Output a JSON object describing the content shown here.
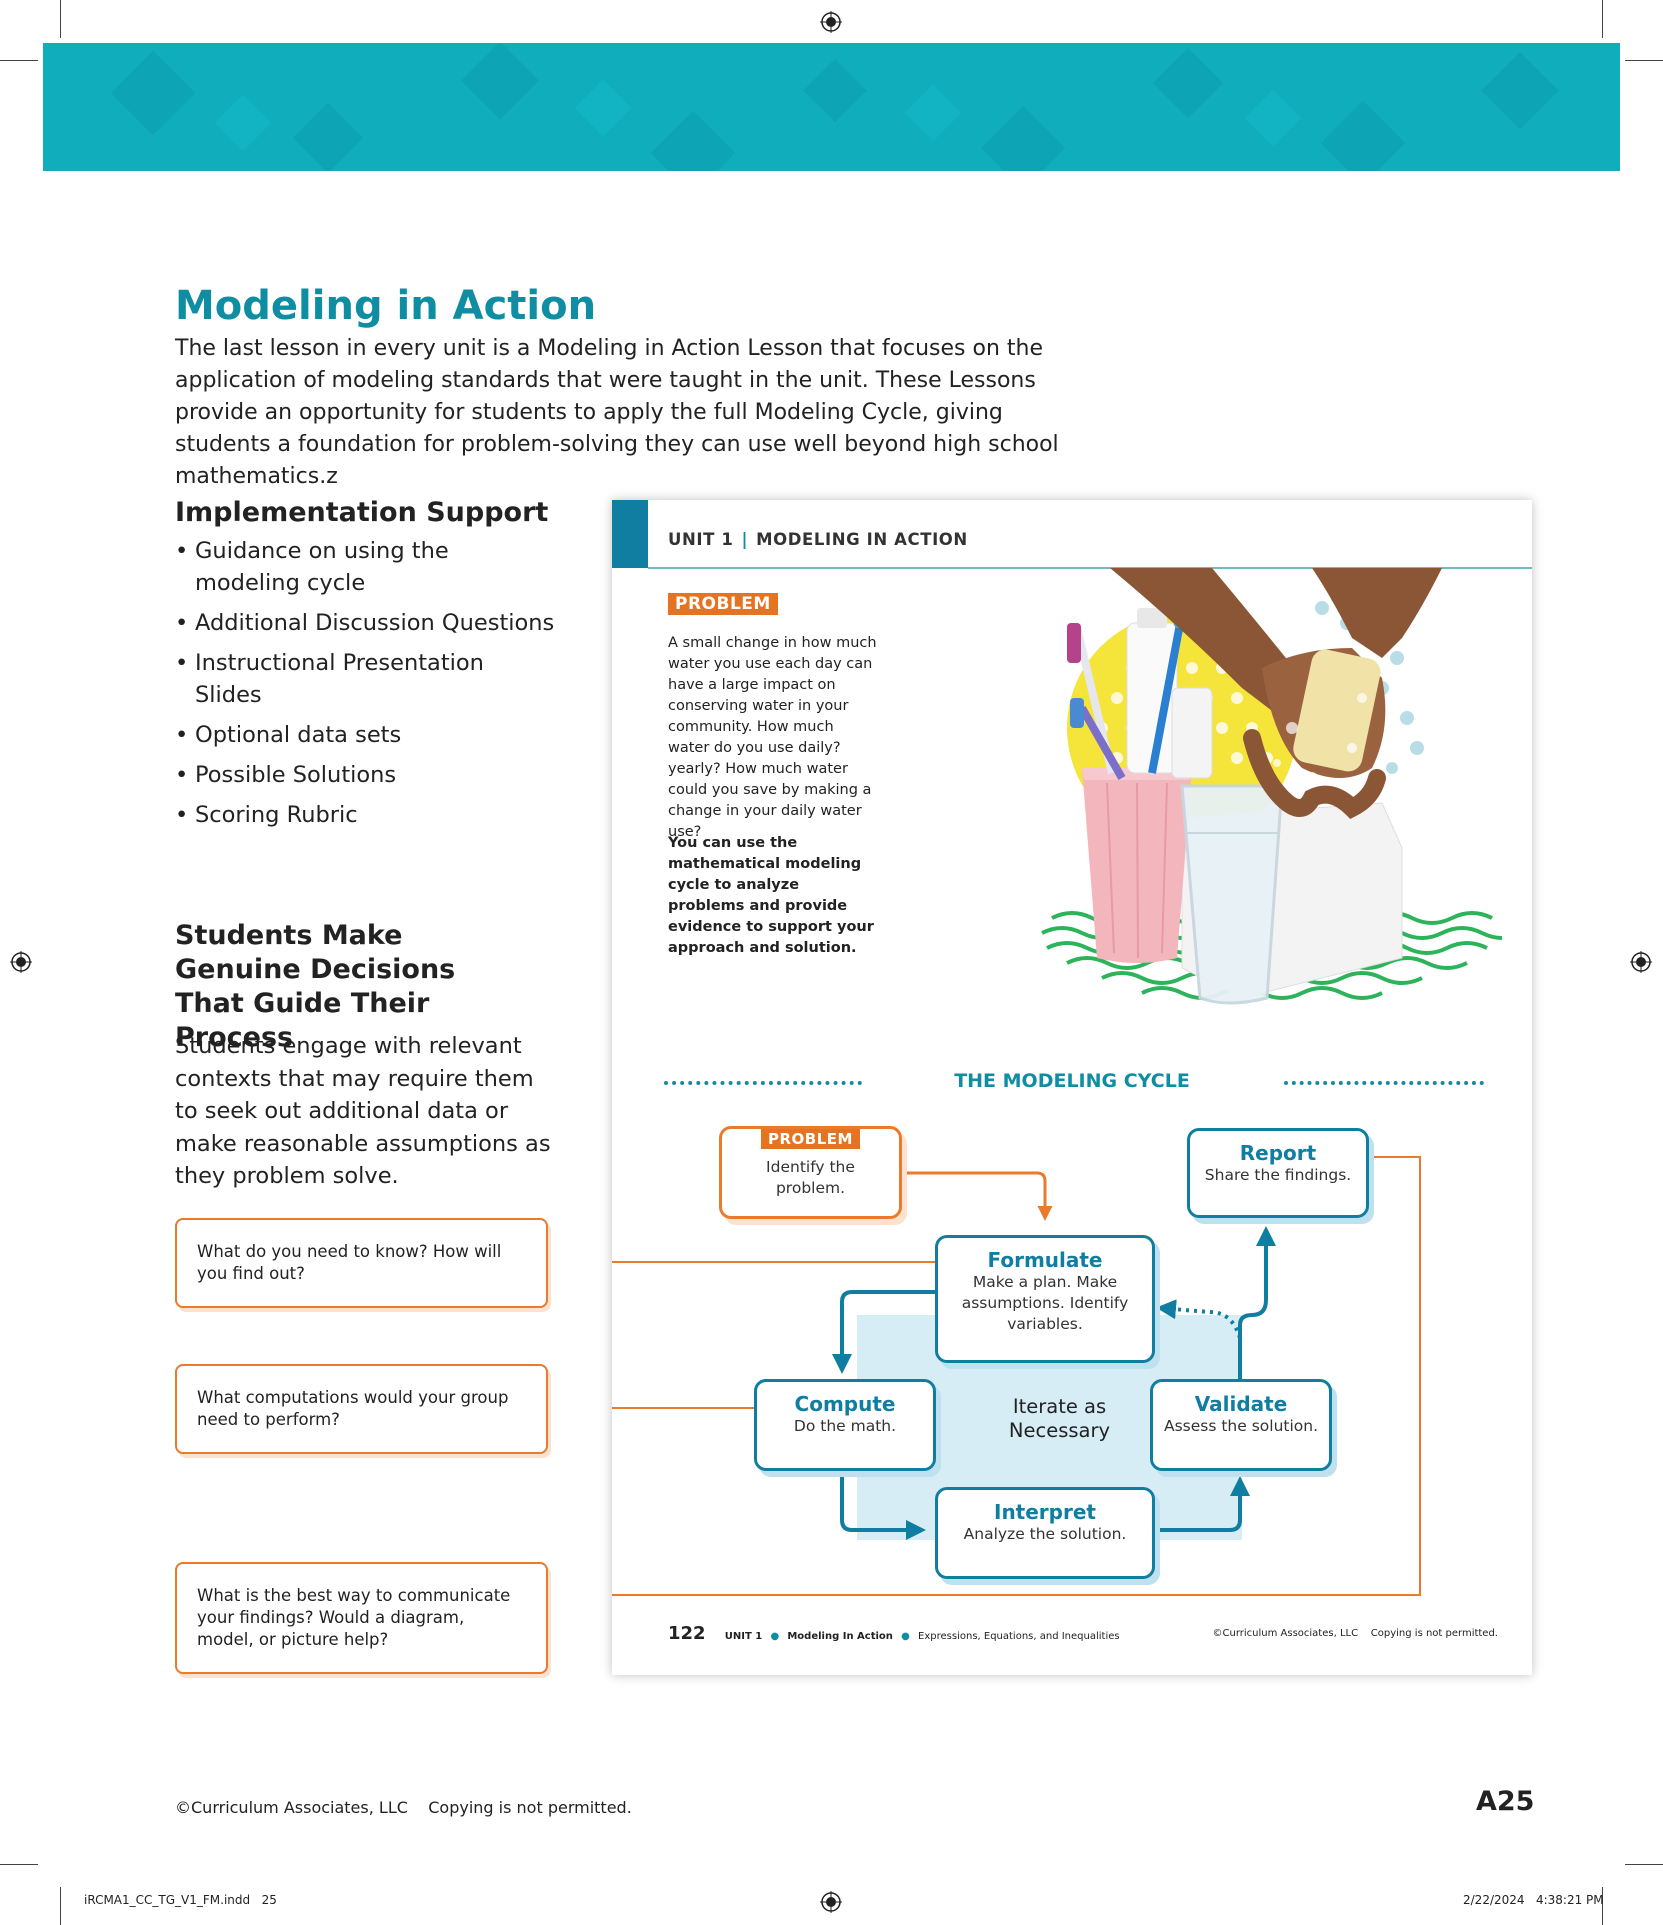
{
  "header": {
    "title": "Modeling in Action",
    "intro": "The last lesson in every unit is a Modeling in Action Lesson that focuses on the application of modeling standards that were taught in the unit. These Lessons provide an opportunity for students to apply the full Modeling Cycle, giving students a foundation for problem-solving they can use well beyond high school mathematics.z"
  },
  "implementation": {
    "heading": "Implementation Support",
    "items": [
      "Guidance on using the modeling cycle",
      "Additional Discussion Questions",
      "Instructional Presentation Slides",
      "Optional data sets",
      "Possible Solutions",
      "Scoring Rubric"
    ]
  },
  "decisions": {
    "heading": "Students Make Genuine Decisions That Guide Their Process",
    "body": "Students engage with relevant contexts that may require them to seek out additional data or make reasonable assumptions as they problem solve."
  },
  "questions": [
    "What do you need to know? How will you find out?",
    "What computations would your group need to perform?",
    "What is the best way to communicate your findings? Would a diagram, model, or picture help?"
  ],
  "card": {
    "unit": "UNIT 1",
    "section": "MODELING IN ACTION",
    "problem_tag": "PROBLEM",
    "problem_text": "A small change in how much water you use each day can have a large impact on conserving water in your community. How much water do you use daily? yearly? How much water could you save by making a change in your daily water use?",
    "problem_bold": "You can use the mathematical modeling cycle to analyze problems and provide evidence to support your approach and solution.",
    "cycle_title": "THE MODELING CYCLE",
    "nodes": {
      "problem": {
        "title": "PROBLEM",
        "desc": "Identify the problem."
      },
      "report": {
        "title": "Report",
        "desc": "Share the findings."
      },
      "formulate": {
        "title": "Formulate",
        "desc": "Make a plan. Make assumptions. Identify variables."
      },
      "compute": {
        "title": "Compute",
        "desc": "Do the math."
      },
      "validate": {
        "title": "Validate",
        "desc": "Assess the solution."
      },
      "interpret": {
        "title": "Interpret",
        "desc": "Analyze the solution."
      }
    },
    "iterate": "Iterate as Necessary",
    "footer": {
      "page": "122",
      "unit": "UNIT 1",
      "lesson": "Modeling In Action",
      "topic": "Expressions, Equations, and Inequalities",
      "copyright": "©Curriculum Associates, LLC    Copying is not permitted."
    }
  },
  "footer": {
    "copyright": "©Curriculum Associates, LLC    Copying is not permitted.",
    "page": "A25",
    "slug_left": "iRCMA1_CC_TG_V1_FM.indd   25",
    "slug_right": "2/22/2024   4:38:21 PM"
  },
  "colors": {
    "teal": "#0f8ea3",
    "blue": "#0f7ea1",
    "orange": "#ea7a2c",
    "light_blue": "#d6edf6"
  }
}
